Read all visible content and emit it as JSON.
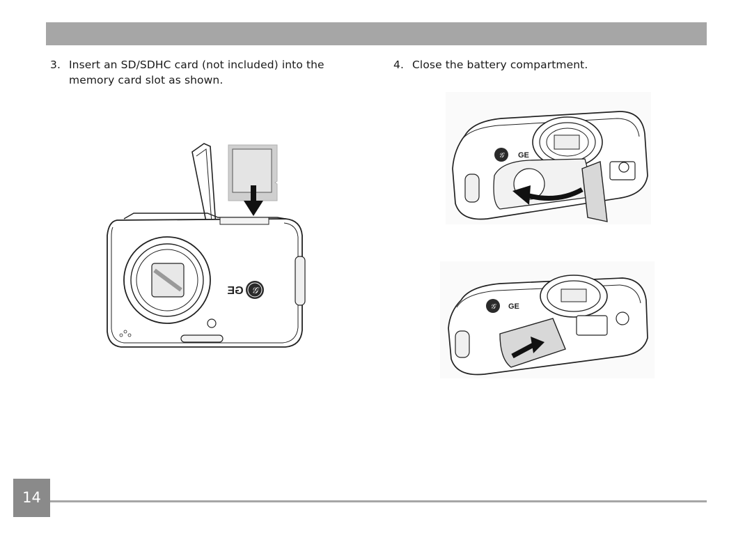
{
  "steps": [
    {
      "number": "3.",
      "text": "Insert an SD/SDHC card (not included) into the memory card slot as shown."
    },
    {
      "number": "4.",
      "text": "Close the battery compartment."
    }
  ],
  "illustrations": {
    "camera_front_logo": "GE",
    "camera_top_logo": "GE",
    "camera_bottom_logo": "GE"
  },
  "footer": {
    "page_number": "14"
  },
  "colors": {
    "header_bar": "#a6a6a6",
    "page_box": "#8a8a8a",
    "footer_line": "#a6a6a6"
  },
  "icons": [
    "sd-card-icon",
    "arrow-down-icon",
    "curved-arrow-icon",
    "ge-logo-icon"
  ]
}
